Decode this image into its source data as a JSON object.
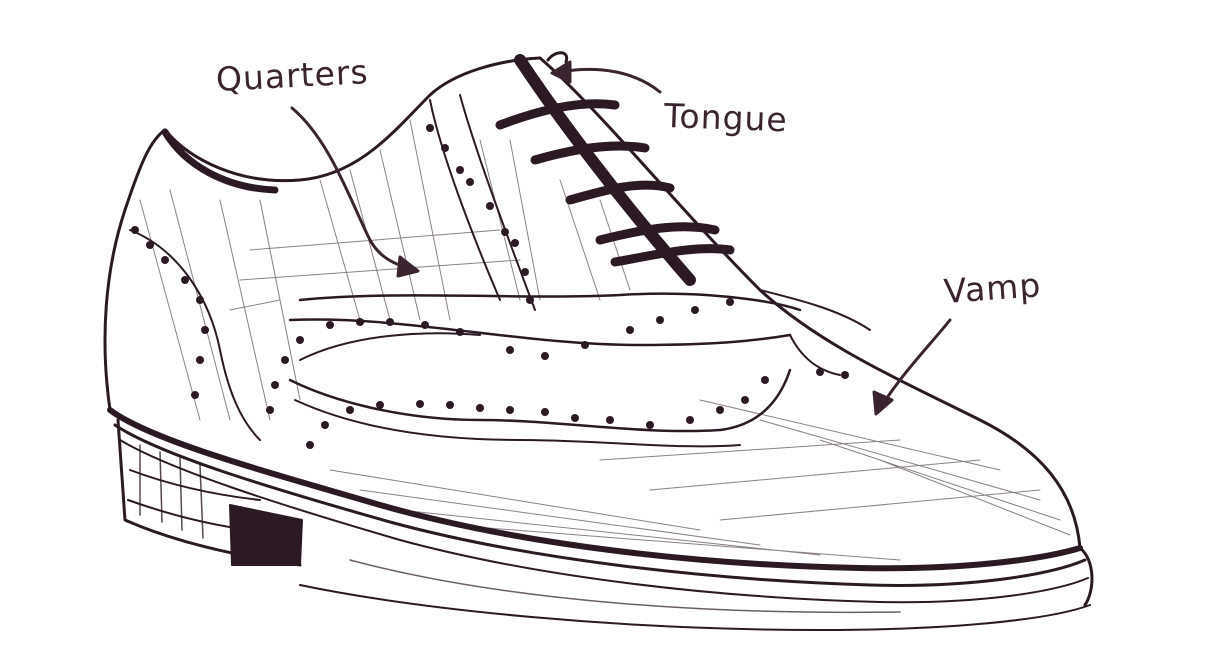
{
  "labels": {
    "quarters": "Quarters",
    "tongue": "Tongue",
    "vamp": "Vamp"
  },
  "colors": {
    "ink": "#2b1a24",
    "label": "#3a2430",
    "paper": "#ffffff"
  }
}
